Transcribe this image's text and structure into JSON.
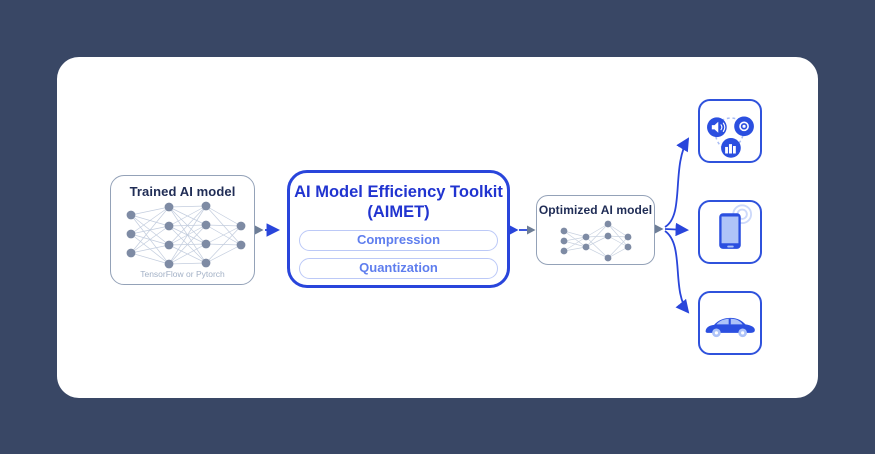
{
  "colors": {
    "page_background": "#394765",
    "card_background": "#ffffff",
    "accent_blue": "#2945db",
    "title_blue": "#2134d0",
    "pill_text_blue": "#5f7eee",
    "pill_border_blue": "#bcc9f7",
    "box_border_gray": "#94a2b8",
    "node_gray": "#7e8ba4",
    "edge_gray": "#bdc9da",
    "dark_navy_text": "#202d56",
    "caption_gray": "#a3b1c6",
    "icon_fill_blue": "#2b4fe0",
    "icon_light_blue": "#aec3f8"
  },
  "diagram": {
    "trained_model": {
      "title": "Trained AI model",
      "caption": "TensorFlow or Pytorch",
      "illustration": "dense-neural-network"
    },
    "aimet": {
      "title_line1": "AI Model Efficiency Toolkit",
      "title_line2": "(AIMET)",
      "buttons": [
        {
          "label": "Compression"
        },
        {
          "label": "Quantization"
        }
      ]
    },
    "optimized_model": {
      "title": "Optimized AI model",
      "illustration": "pruned-neural-network"
    },
    "deployment_targets": [
      {
        "name": "iot-devices",
        "icons": [
          "speaker-icon",
          "camera-lens-icon",
          "smart-city-icon"
        ]
      },
      {
        "name": "smartphone",
        "icons": [
          "smartphone-icon"
        ]
      },
      {
        "name": "car",
        "icons": [
          "car-icon"
        ]
      }
    ]
  }
}
